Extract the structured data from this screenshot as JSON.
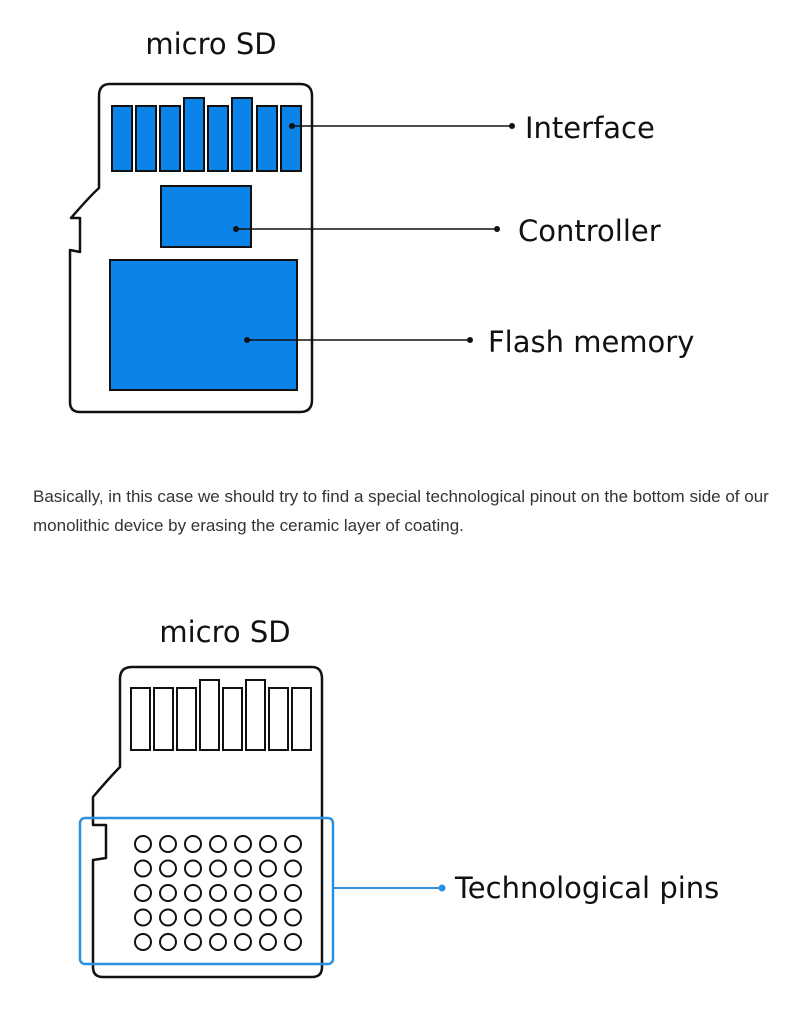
{
  "diagram_top": {
    "title": "micro SD",
    "labels": {
      "interface": "Interface",
      "controller": "Controller",
      "flash": "Flash memory"
    },
    "fill_color": "#0a84e8",
    "outline_color": "#111111"
  },
  "paragraph": {
    "text": "Basically, in this case we should try to find a special technological pinout on the bottom side of our monolithic device by erasing the ceramic layer of coating."
  },
  "diagram_bottom": {
    "title": "micro SD",
    "labels": {
      "pins": "Technological pins"
    },
    "pin_rows": 5,
    "pin_cols": 7,
    "highlight_color": "#2b90e0",
    "outline_color": "#111111"
  }
}
